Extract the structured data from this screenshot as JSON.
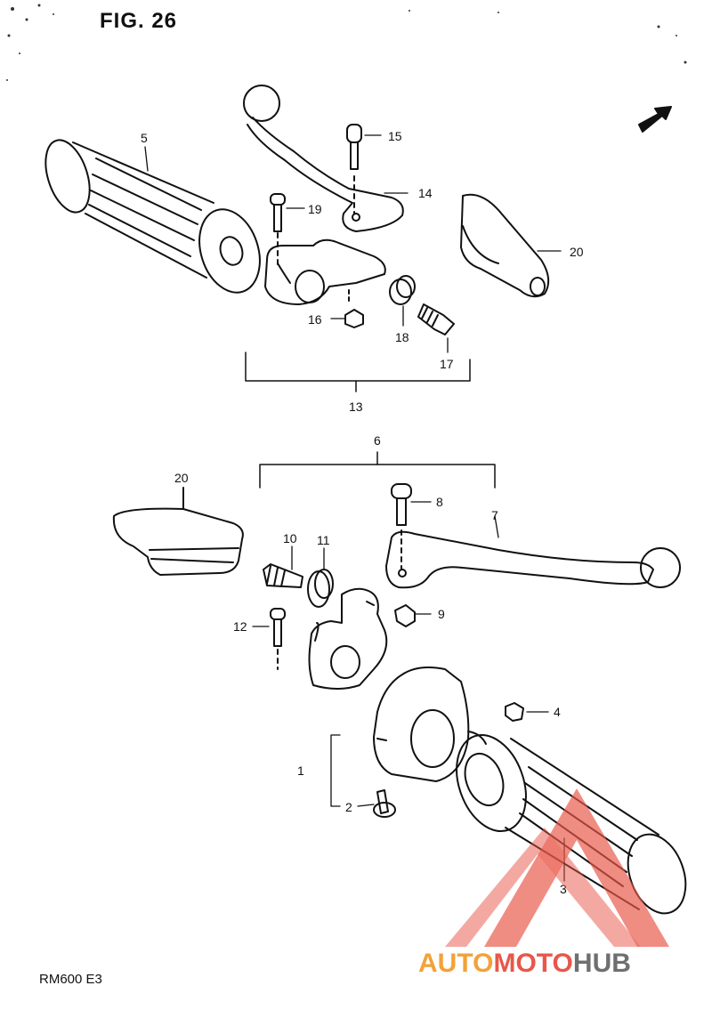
{
  "figure": {
    "title": "FIG. 26",
    "model": "RM600 E3"
  },
  "callouts": {
    "c1": "1",
    "c2": "2",
    "c3": "3",
    "c4": "4",
    "c5": "5",
    "c6": "6",
    "c7": "7",
    "c8": "8",
    "c9": "9",
    "c10": "10",
    "c11": "11",
    "c12": "12",
    "c13": "13",
    "c14": "14",
    "c15": "15",
    "c16": "16",
    "c17": "17",
    "c18": "18",
    "c19": "19",
    "c20a": "20",
    "c20b": "20"
  },
  "watermark": {
    "part1": "AUTO",
    "part2": "MOTO",
    "part3": "HUB"
  },
  "colors": {
    "ink": "#111111",
    "watermark_red": "#e8574a",
    "watermark_orange": "#f2a23a",
    "watermark_gray": "#6f6f6f"
  }
}
